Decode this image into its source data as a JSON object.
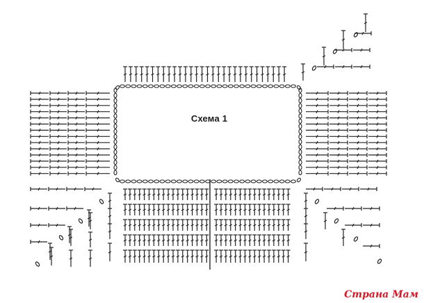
{
  "diagram": {
    "title": "Схема 1",
    "watermark": "Страна Мам",
    "colors": {
      "background": "#ffffff",
      "stroke": "#222222",
      "watermark": "#d11a2a"
    },
    "symbols": [
      "double-crochet-stitch",
      "chain-stitch",
      "horizontal-double-crochet"
    ]
  }
}
